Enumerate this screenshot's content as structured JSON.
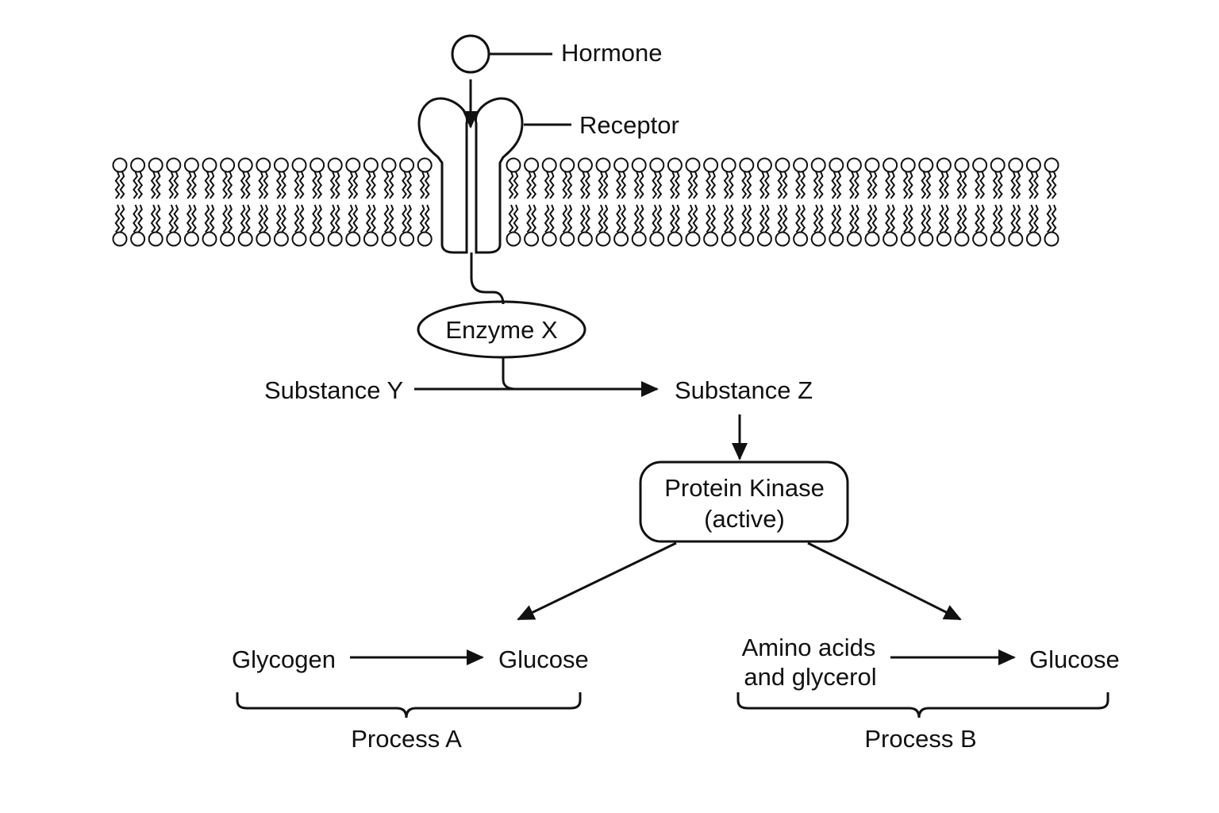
{
  "labels": {
    "hormone": "Hormone",
    "receptor": "Receptor",
    "enzyme": "Enzyme X",
    "substance_y": "Substance Y",
    "substance_z": "Substance Z",
    "kinase_line1": "Protein Kinase",
    "kinase_line2": "(active)",
    "process_a": {
      "source": "Glycogen",
      "product": "Glucose",
      "name": "Process A"
    },
    "process_b": {
      "source_line1": "Amino acids",
      "source_line2": "and glycerol",
      "product": "Glucose",
      "name": "Process B"
    }
  }
}
